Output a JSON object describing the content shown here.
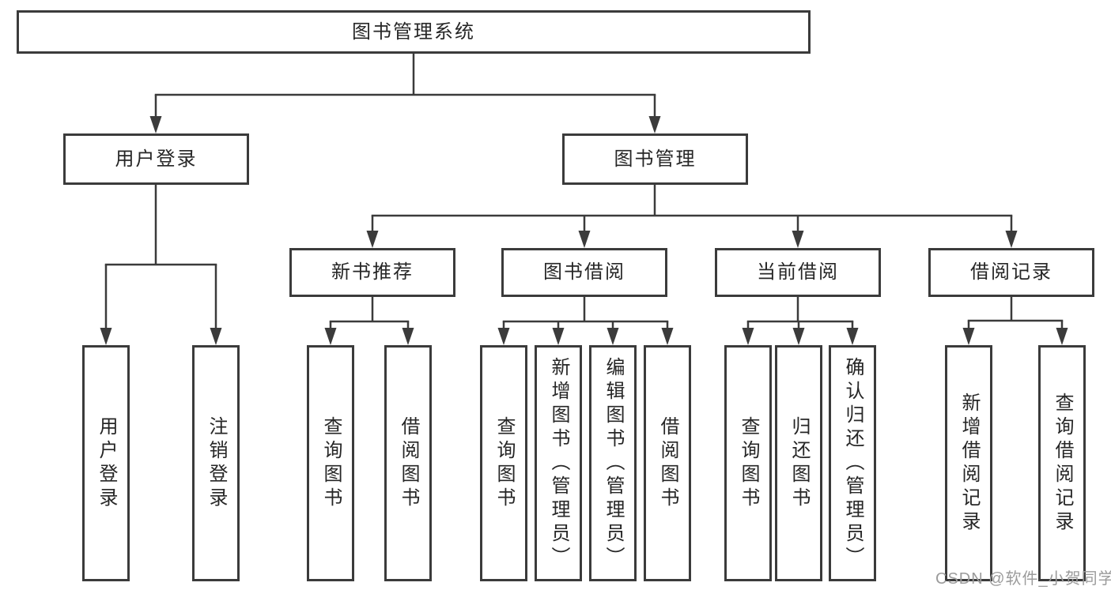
{
  "diagram": {
    "type": "hierarchy-diagram",
    "tree": {
      "root": {
        "label": "图书管理系统",
        "children": [
          {
            "label": "用户登录",
            "children": [
              {
                "label": "用户登录"
              },
              {
                "label": "注销登录"
              }
            ]
          },
          {
            "label": "图书管理",
            "children": [
              {
                "label": "新书推荐",
                "children": [
                  {
                    "label": "查询图书"
                  },
                  {
                    "label": "借阅图书"
                  }
                ]
              },
              {
                "label": "图书借阅",
                "children": [
                  {
                    "label": "查询图书"
                  },
                  {
                    "label": "新增图书（管理员）"
                  },
                  {
                    "label": "编辑图书（管理员）"
                  },
                  {
                    "label": "借阅图书"
                  }
                ]
              },
              {
                "label": "当前借阅",
                "children": [
                  {
                    "label": "查询图书"
                  },
                  {
                    "label": "归还图书"
                  },
                  {
                    "label": "确认归还（管理员）"
                  }
                ]
              },
              {
                "label": "借阅记录",
                "children": [
                  {
                    "label": "新增借阅记录"
                  },
                  {
                    "label": "查询借阅记录"
                  }
                ]
              }
            ]
          }
        ]
      }
    },
    "colors": {
      "line": "#3b3b3b",
      "box_border": "#3b3b3b",
      "text": "#262626",
      "background": "#ffffff",
      "watermark": "#9b9b9b"
    }
  },
  "watermark": {
    "text": "CSDN @软件_小贺同学"
  }
}
